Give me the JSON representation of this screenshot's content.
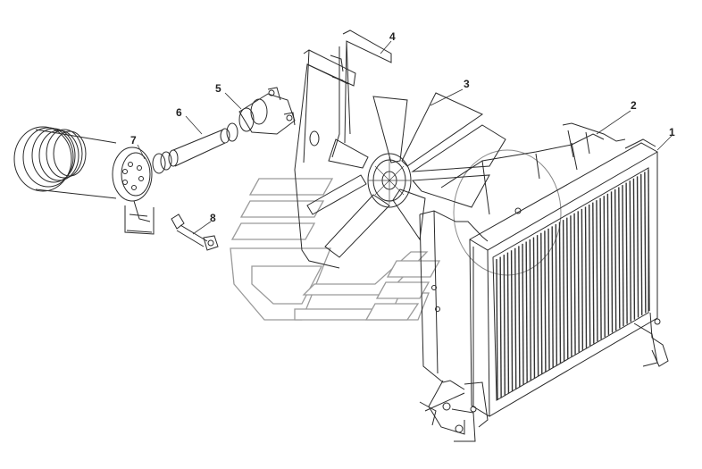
{
  "diagram": {
    "callouts": [
      {
        "id": "c1",
        "label": "1"
      },
      {
        "id": "c2",
        "label": "2"
      },
      {
        "id": "c3",
        "label": "3"
      },
      {
        "id": "c4",
        "label": "4"
      },
      {
        "id": "c5",
        "label": "5"
      },
      {
        "id": "c6",
        "label": "6"
      },
      {
        "id": "c7",
        "label": "7"
      },
      {
        "id": "c8",
        "label": "8"
      }
    ],
    "colors": {
      "line": "#2a2a2a",
      "watermark": "#9a9a9a",
      "background": "#ffffff"
    }
  }
}
